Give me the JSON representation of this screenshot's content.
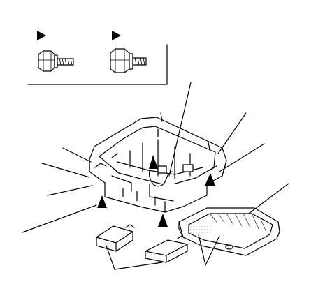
{
  "figure": {
    "kind": "exploded-parts-diagram",
    "labels_printed": false
  },
  "legend": {
    "fasteners": [
      {
        "icon": "bolt-icon",
        "marker": "triangle-marker"
      },
      {
        "icon": "flange-bolt-icon",
        "marker": "triangle-marker"
      }
    ]
  },
  "components": [
    "overhead-console-housing",
    "map-light-lens",
    "console-insert-left",
    "console-insert-right"
  ],
  "callout_count": 9,
  "marker_count": 4,
  "colors": {
    "ink": "#000000",
    "paper": "#ffffff"
  }
}
